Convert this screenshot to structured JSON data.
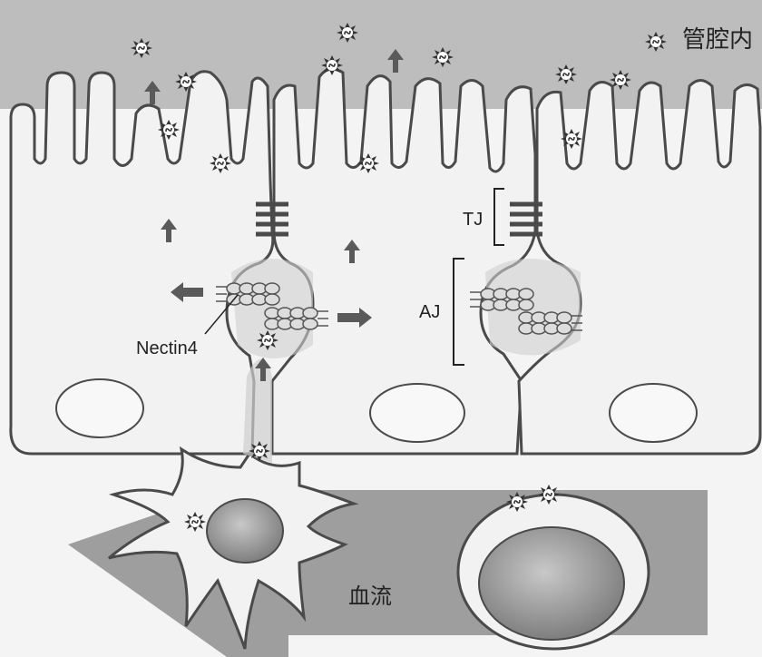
{
  "labels": {
    "lumen": "管腔内",
    "tight_junction": "TJ",
    "adherens_junction": "AJ",
    "nectin": "Nectin4",
    "blood_flow": "血流"
  },
  "icons": {
    "virus": "virus-icon",
    "arrow": "arrow-icon"
  },
  "colors": {
    "lumen_band": "#bdbdbd",
    "cell_fill": "#f2f2f2",
    "cell_stroke": "#4a4a4a",
    "blood_arrow": "#9e9e9e",
    "virus": "#333333",
    "flow_arrow": "#5a5a5a",
    "nucleus_fill": "#9a9a9a"
  }
}
